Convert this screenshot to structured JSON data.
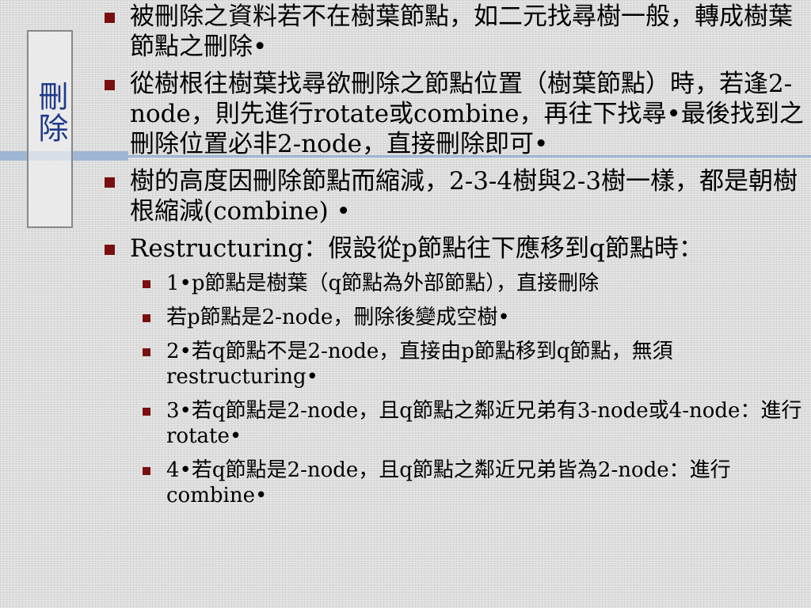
{
  "slide": {
    "title": "刪除",
    "bullets": [
      {
        "level": 1,
        "text": "被刪除之資料若不在樹葉節點，如二元找尋樹一般，轉成樹葉節點之刪除•"
      },
      {
        "level": 1,
        "text": "從樹根往樹葉找尋欲刪除之節點位置（樹葉節點）時，若逢2-node，則先進行rotate或combine，再往下找尋•最後找到之刪除位置必非2-node，直接刪除即可•"
      },
      {
        "level": 1,
        "text": "樹的高度因刪除節點而縮減，2-3-4樹與2-3樹一樣，都是朝樹根縮減(combine) •"
      },
      {
        "level": 1,
        "text": "Restructuring：假設從p節點往下應移到q節點時："
      },
      {
        "level": 2,
        "text": "1•p節點是樹葉（q節點為外部節點），直接刪除"
      },
      {
        "level": 2,
        "text": "若p節點是2-node，刪除後變成空樹•"
      },
      {
        "level": 2,
        "text": "2•若q節點不是2-node，直接由p節點移到q節點，無須restructuring•"
      },
      {
        "level": 2,
        "text": "3•若q節點是2-node，且q節點之鄰近兄弟有3-node或4-node：進行rotate•"
      },
      {
        "level": 2,
        "text": "4•若q節點是2-node，且q節點之鄰近兄弟皆為2-node：進行combine•"
      }
    ]
  }
}
